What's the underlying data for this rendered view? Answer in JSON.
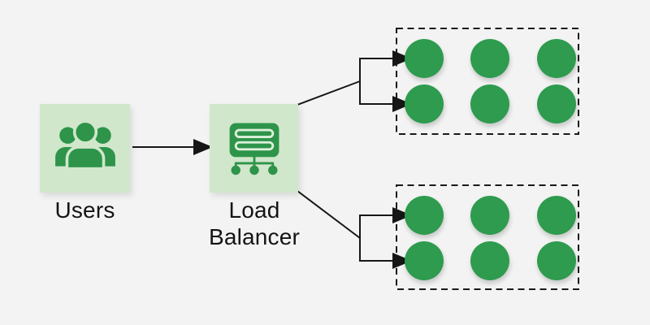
{
  "diagram": {
    "title": "load-balancer-architecture",
    "colors": {
      "background": "#f2f3f2",
      "node_background": "#d0e7cb",
      "icon_green": "#2d9449",
      "icon_slot_light": "#ddf0da",
      "server_green": "#2e9b4e",
      "line": "#161616"
    },
    "nodes": {
      "users": {
        "label": "Users",
        "icon": "users-icon"
      },
      "load_balancer": {
        "label": "Load Balancer",
        "icon": "load-balancer-icon"
      }
    },
    "clusters": [
      {
        "name": "server-cluster-1",
        "rows": 2,
        "columns": 3,
        "server_count": 6,
        "border": "dashed"
      },
      {
        "name": "server-cluster-2",
        "rows": 2,
        "columns": 3,
        "server_count": 6,
        "border": "dashed"
      }
    ],
    "edges": [
      {
        "from": "users",
        "to": "load_balancer",
        "type": "arrow"
      },
      {
        "from": "load_balancer",
        "to": "server-cluster-1",
        "type": "split-arrow",
        "branches": 2
      },
      {
        "from": "load_balancer",
        "to": "server-cluster-2",
        "type": "split-arrow",
        "branches": 2
      }
    ]
  }
}
